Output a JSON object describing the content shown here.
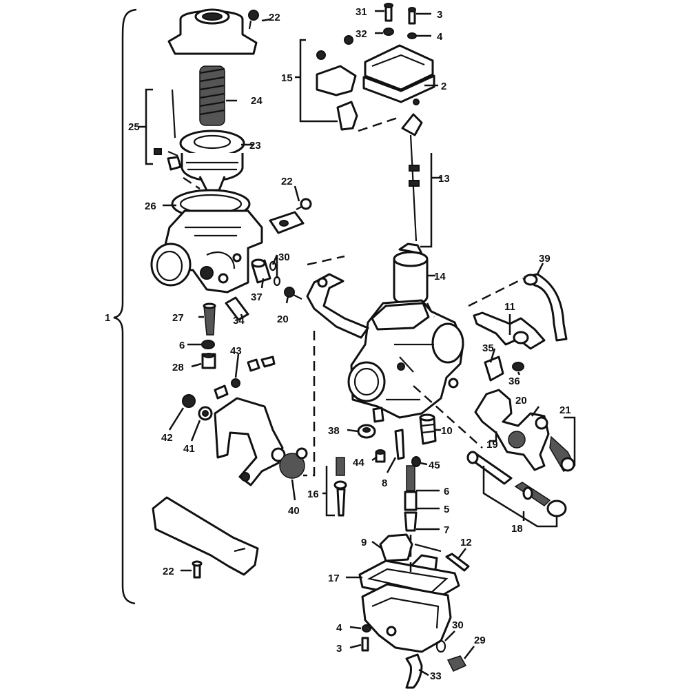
{
  "diagram": {
    "callouts": [
      {
        "id": "c22a",
        "text": "22"
      },
      {
        "id": "c24",
        "text": "24"
      },
      {
        "id": "c25",
        "text": "25"
      },
      {
        "id": "c23",
        "text": "23"
      },
      {
        "id": "c22b",
        "text": "22"
      },
      {
        "id": "c26",
        "text": "26"
      },
      {
        "id": "c30a",
        "text": "30"
      },
      {
        "id": "c37",
        "text": "37"
      },
      {
        "id": "c20a",
        "text": "20"
      },
      {
        "id": "c27",
        "text": "27"
      },
      {
        "id": "c34",
        "text": "34"
      },
      {
        "id": "c1",
        "text": "1"
      },
      {
        "id": "c6a",
        "text": "6"
      },
      {
        "id": "c43",
        "text": "43"
      },
      {
        "id": "c28",
        "text": "28"
      },
      {
        "id": "c42",
        "text": "42"
      },
      {
        "id": "c41",
        "text": "41"
      },
      {
        "id": "c40",
        "text": "40"
      },
      {
        "id": "c22c",
        "text": "22"
      },
      {
        "id": "c31",
        "text": "31"
      },
      {
        "id": "c32",
        "text": "32"
      },
      {
        "id": "c3a",
        "text": "3"
      },
      {
        "id": "c4a",
        "text": "4"
      },
      {
        "id": "c15",
        "text": "15"
      },
      {
        "id": "c2",
        "text": "2"
      },
      {
        "id": "c13",
        "text": "13"
      },
      {
        "id": "c14",
        "text": "14"
      },
      {
        "id": "c39",
        "text": "39"
      },
      {
        "id": "c11",
        "text": "11"
      },
      {
        "id": "c35",
        "text": "35"
      },
      {
        "id": "c36",
        "text": "36"
      },
      {
        "id": "c20b",
        "text": "20"
      },
      {
        "id": "c21",
        "text": "21"
      },
      {
        "id": "c38",
        "text": "38"
      },
      {
        "id": "c10",
        "text": "10"
      },
      {
        "id": "c19",
        "text": "19"
      },
      {
        "id": "c44",
        "text": "44"
      },
      {
        "id": "c45",
        "text": "45"
      },
      {
        "id": "c8a",
        "text": "8"
      },
      {
        "id": "c16",
        "text": "16"
      },
      {
        "id": "c6b",
        "text": "6"
      },
      {
        "id": "c5",
        "text": "5"
      },
      {
        "id": "c7",
        "text": "7"
      },
      {
        "id": "c18",
        "text": "18"
      },
      {
        "id": "c9",
        "text": "9"
      },
      {
        "id": "c12",
        "text": "12"
      },
      {
        "id": "c17",
        "text": "17"
      },
      {
        "id": "c4b",
        "text": "4"
      },
      {
        "id": "c3b",
        "text": "3"
      },
      {
        "id": "c30b",
        "text": "30"
      },
      {
        "id": "c29",
        "text": "29"
      },
      {
        "id": "c33",
        "text": "33"
      }
    ]
  }
}
